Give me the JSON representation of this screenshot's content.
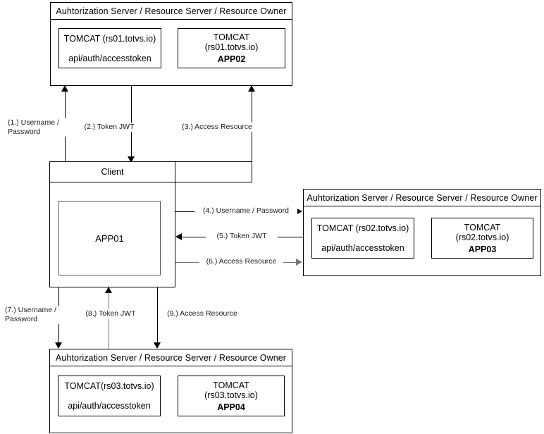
{
  "diagram": {
    "title": "OAuth / JWT multi-server architecture",
    "colors": {
      "stroke": "#000000",
      "gray_stroke": "#777777",
      "background": "#ffffff"
    }
  },
  "panels": [
    {
      "id": "panel-top",
      "title": "Auhtorization Server / Resource Server / Resource Owner",
      "nodes": [
        {
          "id": "node-rs01-auth",
          "line1": "TOMCAT (rs01.totvs.io)",
          "line2": "api/auth/accesstoken",
          "line2_bold": false
        },
        {
          "id": "node-rs01-app02",
          "line1": "TOMCAT",
          "line1b": "(rs01.totvs.io)",
          "line2": "APP02",
          "line2_bold": true
        }
      ]
    },
    {
      "id": "panel-right",
      "title": "Auhtorization Server / Resource Server / Resource Owner",
      "nodes": [
        {
          "id": "node-rs02-auth",
          "line1": "TOMCAT (rs02.totvs.io)",
          "line2": "api/auth/accesstoken",
          "line2_bold": false
        },
        {
          "id": "node-rs02-app03",
          "line1": "TOMCAT",
          "line1b": "(rs02.totvs.io)",
          "line2": "APP03",
          "line2_bold": true
        }
      ]
    },
    {
      "id": "panel-bottom",
      "title": "Auhtorization Server / Resource Server / Resource Owner",
      "nodes": [
        {
          "id": "node-rs03-auth",
          "line1": "TOMCAT(rs03.totvs.io)",
          "line2": "api/auth/accesstoken",
          "line2_bold": false
        },
        {
          "id": "node-rs03-app04",
          "line1": "TOMCAT",
          "line1b": "(rs03.totvs.io)",
          "line2": "APP04",
          "line2_bold": true
        }
      ]
    }
  ],
  "client": {
    "title": "Client",
    "app_label": "APP01"
  },
  "flows": [
    {
      "id": "flow-1",
      "label": "(1.) Username /\nPassword",
      "direction": "up",
      "color": "#000000"
    },
    {
      "id": "flow-2",
      "label": "(2.) Token JWT",
      "direction": "down",
      "color": "#000000"
    },
    {
      "id": "flow-3",
      "label": "(3.) Access Resource",
      "direction": "up",
      "color": "#000000"
    },
    {
      "id": "flow-4",
      "label": "(4.) Username / Password",
      "direction": "right",
      "color": "#000000"
    },
    {
      "id": "flow-5",
      "label": "(5.) Token JWT",
      "direction": "left",
      "color": "#000000"
    },
    {
      "id": "flow-6",
      "label": "(6.) Access Resource",
      "direction": "right",
      "color": "#777777"
    },
    {
      "id": "flow-7",
      "label": "(7.) Username /\nPassword",
      "direction": "down",
      "color": "#000000"
    },
    {
      "id": "flow-8",
      "label": "(8.) Token JWT",
      "direction": "up",
      "color": "#777777"
    },
    {
      "id": "flow-9",
      "label": "(9.) Access Resource",
      "direction": "down",
      "color": "#000000"
    }
  ]
}
